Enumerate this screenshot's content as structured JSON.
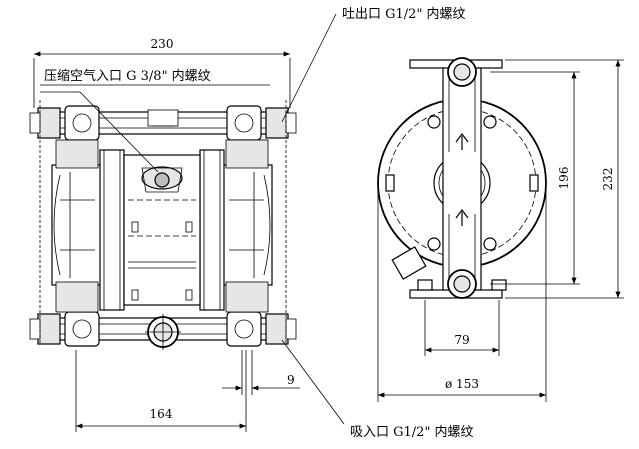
{
  "annotations": {
    "outlet": "吐出口 G1/2\" 内螺纹",
    "air_inlet": "压缩空气入口 G 3/8\" 内螺纹",
    "inlet": "吸入口 G1/2\" 内螺纹"
  },
  "dimensions": {
    "overall_width": "230",
    "base_hole_spacing": "164",
    "foot_width": "9",
    "flange_width": "79",
    "overall_depth": "ø 153",
    "port_height": "196",
    "overall_height": "232"
  }
}
